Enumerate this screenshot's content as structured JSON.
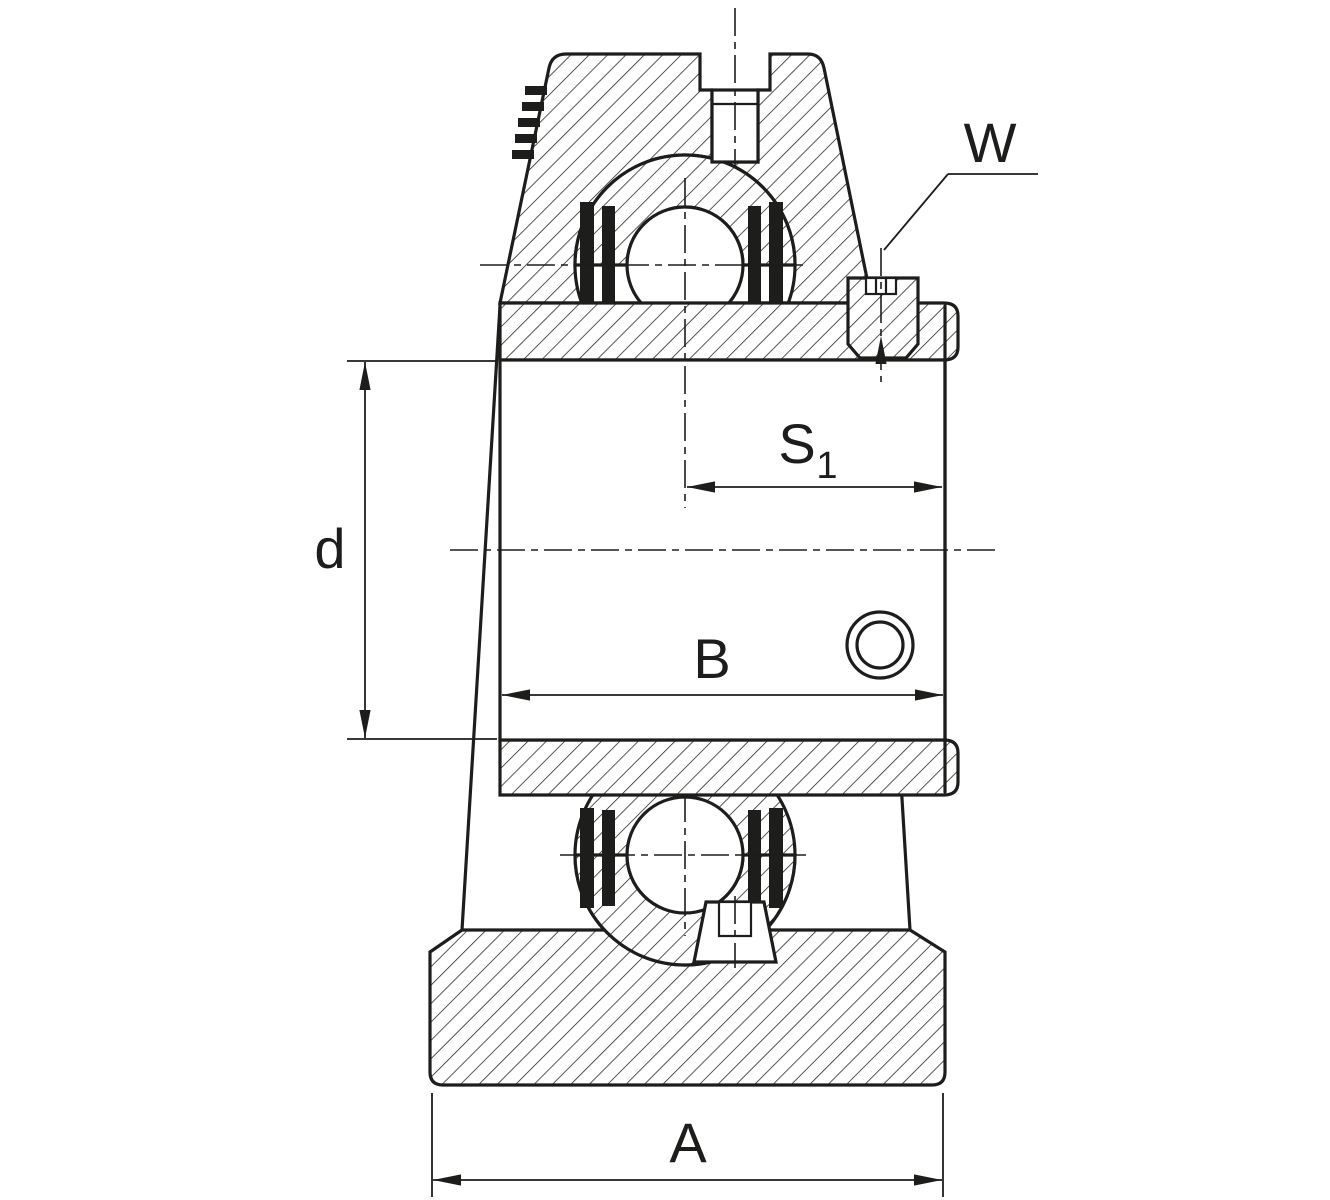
{
  "drawing": {
    "background": "#ffffff",
    "ink_color": "#1d1d1b",
    "labels": {
      "set_screw_width": "W",
      "s1_base": "S",
      "s1_subscript": "1",
      "shaft_diameter": "d",
      "inner_ring_width": "B",
      "base_width": "A"
    }
  }
}
